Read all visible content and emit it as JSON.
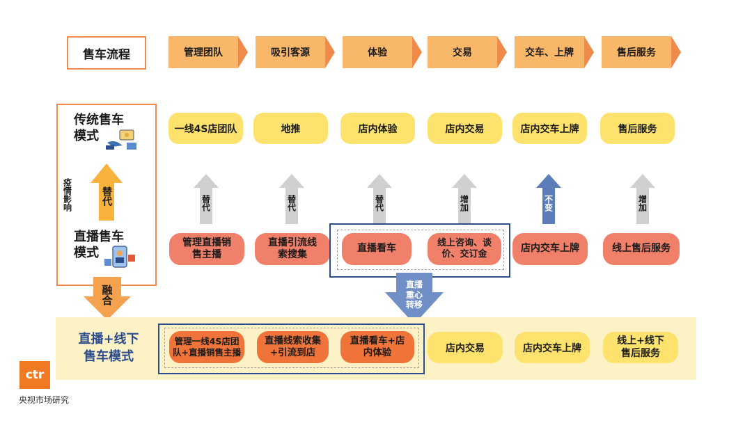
{
  "header": {
    "label": "售车流程",
    "steps": [
      "管理团队",
      "吸引客源",
      "体验",
      "交易",
      "交车、上牌",
      "售后服务"
    ]
  },
  "traditional": {
    "title_line1": "传统售车",
    "title_line2": "模式",
    "items": [
      "一线4S店团队",
      "地推",
      "店内体验",
      "店内交易",
      "店内交车上牌",
      "售后服务"
    ]
  },
  "relations": [
    "替代",
    "替代",
    "替代",
    "增加",
    "不变",
    "增加"
  ],
  "epidemic": {
    "label": "疫情影响",
    "arrow_label": "替代"
  },
  "live": {
    "title_line1": "直播售车",
    "title_line2": "模式",
    "items": [
      "管理直播销售主播",
      "直播引流线索搜集",
      "直播看车",
      "线上咨询、谈价、交订金",
      "店内交车上牌",
      "线上售后服务"
    ]
  },
  "fusion_label": "融合",
  "shift_label": "直播重心转移",
  "combined": {
    "title_line1": "直播+线下",
    "title_line2": "售车模式",
    "items": [
      "管理一线4S店团队+直播销售主播",
      "直播线索收集+引流到店",
      "直播看车+店内体验",
      "店内交易",
      "店内交车上牌",
      "线上+线下售后服务"
    ]
  },
  "logo": {
    "text": "ctr",
    "caption": "央视市场研究"
  },
  "colors": {
    "orange_frame": "#f08a4b",
    "step_fill": "#f9b76a",
    "traditional_fill": "#fde36e",
    "live_fill": "#f0806a",
    "merged_fill": "#f0743a",
    "band_fill": "#fdf1c6",
    "blue_frame": "#2b4d8e",
    "gray_arrow": "#d0d0d0",
    "blue_arrow": "#5b7db8"
  }
}
